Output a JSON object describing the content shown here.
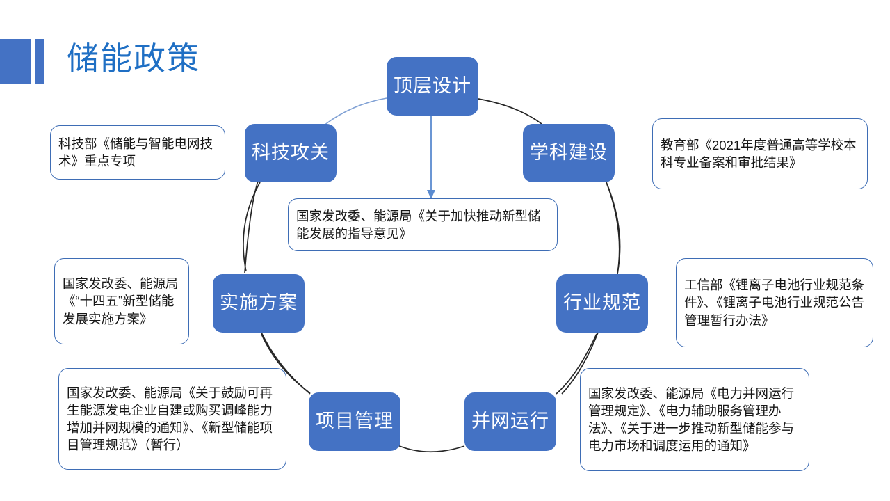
{
  "slide": {
    "title": "储能政策",
    "accent_color": "#4472C4",
    "title_color": "#1F6FC4",
    "background": "#ffffff"
  },
  "diagram": {
    "type": "cycle",
    "node_fill": "#4472C4",
    "node_text_color": "#ffffff",
    "note_border_color": "#3E6DB5",
    "nodes": [
      {
        "id": "top-design",
        "label": "顶层设计"
      },
      {
        "id": "discipline",
        "label": "学科建设"
      },
      {
        "id": "industry-standard",
        "label": "行业规范"
      },
      {
        "id": "grid-operation",
        "label": "并网运行"
      },
      {
        "id": "project-management",
        "label": "项目管理"
      },
      {
        "id": "implementation",
        "label": "实施方案"
      },
      {
        "id": "tech-research",
        "label": "科技攻关"
      }
    ],
    "notes": [
      {
        "id": "note-tech-research",
        "for": "tech-research",
        "text": "科技部《储能与智能电网技术》重点专项"
      },
      {
        "id": "note-discipline",
        "for": "discipline",
        "text": "教育部《2021年度普通高等学校本科专业备案和审批结果》"
      },
      {
        "id": "note-top-design",
        "for": "top-design",
        "text": "国家发改委、能源局《关于加快推动新型储能发展的指导意见》"
      },
      {
        "id": "note-implementation",
        "for": "implementation",
        "text": "国家发改委、能源局《“十四五”新型储能发展实施方案》"
      },
      {
        "id": "note-industry-standard",
        "for": "industry-standard",
        "text": "工信部《锂离子电池行业规范条件》、《锂离子电池行业规范公告管理暂行办法》"
      },
      {
        "id": "note-project-management",
        "for": "project-management",
        "text": "国家发改委、能源局《关于鼓励可再生能源发电企业自建或购买调峰能力增加并网规模的通知》、《新型储能项目管理规范》（暂行）"
      },
      {
        "id": "note-grid-operation",
        "for": "grid-operation",
        "text": "国家发改委、能源局《电力并网运行管理规定》、《电力辅助服务管理办法》、《关于进一步推动新型储能参与电力市场和调度运用的通知》"
      }
    ]
  }
}
